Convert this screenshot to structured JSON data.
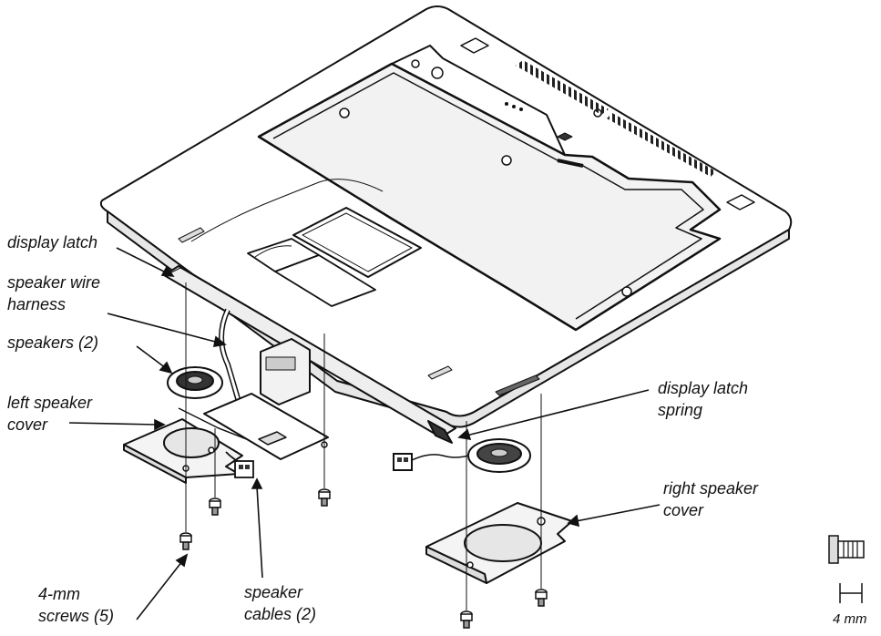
{
  "labels": {
    "display_latch": "display latch",
    "speaker_wire_harness": [
      "speaker wire",
      "harness"
    ],
    "speakers": "speakers (2)",
    "left_speaker_cover": [
      "left speaker",
      "cover"
    ],
    "display_latch_spring": [
      "display latch",
      "spring"
    ],
    "right_speaker_cover": [
      "right speaker",
      "cover"
    ],
    "screws": [
      "4-mm",
      "screws (5)"
    ],
    "speaker_cables": [
      "speaker",
      "cables (2)"
    ]
  },
  "scale": {
    "label": "4 mm"
  },
  "colors": {
    "line": "#111111",
    "fill": "#ffffff",
    "shade": "#d9d9d9",
    "dark": "#555555"
  }
}
